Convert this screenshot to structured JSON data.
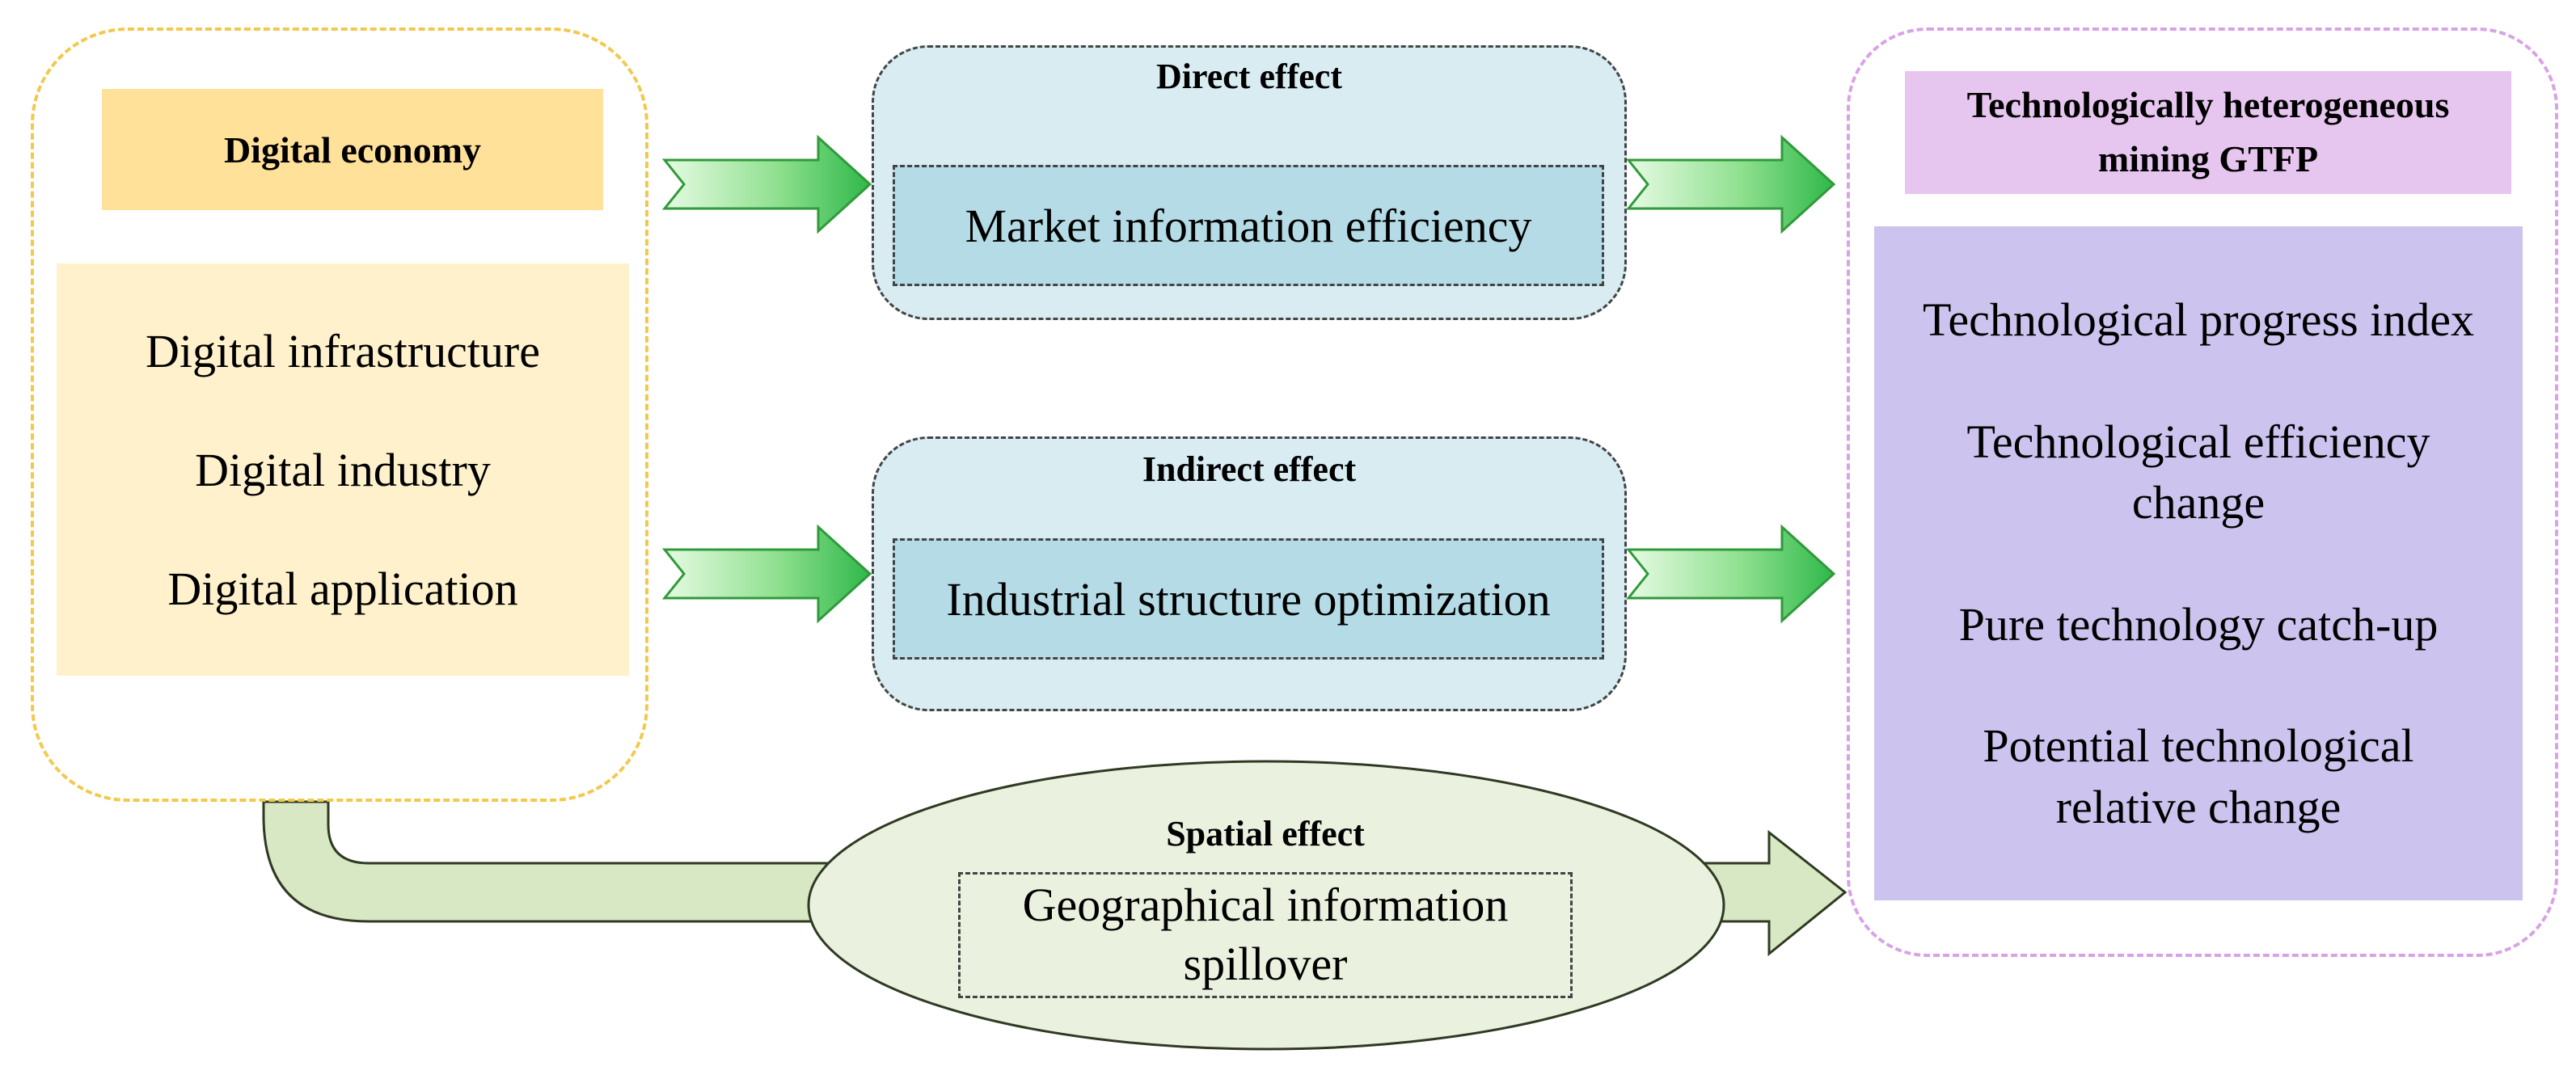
{
  "digital_economy": {
    "title": "Digital economy",
    "items": [
      "Digital infrastructure",
      "Digital industry",
      "Digital application"
    ]
  },
  "direct_effect": {
    "title": "Direct effect",
    "mechanism": "Market information efficiency"
  },
  "indirect_effect": {
    "title": "Indirect effect",
    "mechanism": "Industrial structure optimization"
  },
  "spatial_effect": {
    "title": "Spatial effect",
    "mechanism_line1": "Geographical information",
    "mechanism_line2": "spillover"
  },
  "outcome": {
    "title_line1": "Technologically heterogeneous",
    "title_line2": "mining GTFP",
    "items": [
      {
        "line1": "Technological progress index",
        "line2": ""
      },
      {
        "line1": "Technological efficiency",
        "line2": "change"
      },
      {
        "line1": "Pure technology catch-up",
        "line2": ""
      },
      {
        "line1": "Potential technological",
        "line2": "relative change"
      }
    ]
  },
  "colors": {
    "green_arrow_light": "#d9f7d6",
    "green_arrow_dark": "#3cbf4a",
    "spatial_arrow": "#d9e8c4",
    "ellipse_fill": "#eaf2df",
    "effect_box_fill": "#d8ecf2"
  }
}
